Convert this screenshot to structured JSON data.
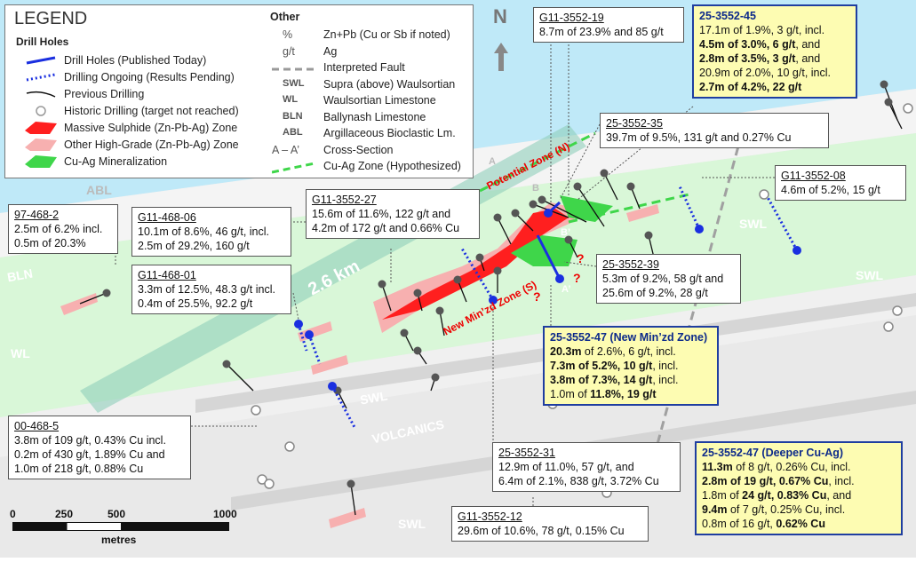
{
  "legend": {
    "title": "LEGEND",
    "drill_header": "Drill Holes",
    "drill_items": [
      {
        "symbol": "line-blue",
        "label": "Drill Holes (Published Today)"
      },
      {
        "symbol": "dotted-blue",
        "label": "Drilling Ongoing (Results Pending)"
      },
      {
        "symbol": "line-black",
        "label": "Previous Drilling"
      },
      {
        "symbol": "circle",
        "label": "Historic Drilling (target not reached)"
      },
      {
        "symbol": "red",
        "label": "Massive Sulphide (Zn-Pb-Ag) Zone"
      },
      {
        "symbol": "pink",
        "label": "Other High-Grade (Zn-Pb-Ag) Zone"
      },
      {
        "symbol": "green",
        "label": "Cu-Ag Mineralization"
      }
    ],
    "other_header": "Other",
    "other_items": [
      {
        "key": "%",
        "label": "Zn+Pb (Cu or Sb if noted)"
      },
      {
        "key": "g/t",
        "label": "Ag"
      },
      {
        "key": "dash",
        "label": "Interpreted Fault"
      },
      {
        "key": "SWL",
        "label": "Supra (above) Waulsortian"
      },
      {
        "key": "WL",
        "label": "Waulsortian Limestone"
      },
      {
        "key": "BLN",
        "label": "Ballynash Limestone"
      },
      {
        "key": "ABL",
        "label": "Argillaceous Bioclastic Lm."
      },
      {
        "key": "A – A’",
        "label": "Cross-Section"
      },
      {
        "key": "greendash",
        "label": "Cu-Ag Zone (Hypothesized)"
      }
    ]
  },
  "colors": {
    "water": "#bfe9f8",
    "abl": "#f3f3f3",
    "green_zone": "#d9f7d8",
    "grey_band": "#eaeaea",
    "massive": "#ff1f1f",
    "pink": "#f7b0b0",
    "cuag": "#3fd64a",
    "blue": "#1a2fe0",
    "hl_fill": "#fdfcb2",
    "hl_border": "#1f3ea0"
  },
  "map_labels": {
    "north": "N",
    "abl": "ABL",
    "bln": "BLN",
    "wl": "WL",
    "swl1": "SWL",
    "swl2": "SWL",
    "swl3": "SWL",
    "swl4": "SWL",
    "volcanics": "VOLCANICS",
    "dist": "2.6 km",
    "potential": "Potential Zone (N)",
    "newzone": "New Min’zd Zone (S)",
    "a": "A",
    "b": "B",
    "b2": "B’",
    "a2": "A’",
    "q": "?"
  },
  "scale": {
    "ticks": [
      "0",
      "250",
      "500",
      "1000"
    ],
    "unit": "metres"
  },
  "callouts": [
    {
      "id": "g11-3552-19",
      "title": "G11-3552-19",
      "hl": false,
      "lines": [
        [
          "8.7m of 23.9% and 85 g/t",
          false
        ]
      ]
    },
    {
      "id": "25-3552-45",
      "title": "25-3552-45",
      "hl": true,
      "lines": [
        [
          "17.1m of 1.9%, 3 g/t, incl.",
          false
        ],
        [
          "4.5m of 3.0%, 6 g/t",
          true,
          ", and"
        ],
        [
          "2.8m of 3.5%, 3 g/t",
          true,
          ", and"
        ],
        [
          "20.9m of 2.0%, 10 g/t, incl.",
          false
        ],
        [
          "2.7m of 4.2%, 22 g/t",
          true,
          ""
        ]
      ]
    },
    {
      "id": "25-3552-35",
      "title": "25-3552-35",
      "hl": false,
      "lines": [
        [
          "39.7m of 9.5%, 131 g/t and 0.27% Cu",
          false
        ]
      ]
    },
    {
      "id": "g11-3552-08",
      "title": "G11-3552-08",
      "hl": false,
      "lines": [
        [
          "4.6m of 5.2%, 15 g/t",
          false
        ]
      ]
    },
    {
      "id": "g11-3552-27",
      "title": "G11-3552-27",
      "hl": false,
      "lines": [
        [
          "15.6m of 11.6%, 122 g/t and",
          false
        ],
        [
          "4.2m of 172 g/t and 0.66% Cu",
          false
        ]
      ]
    },
    {
      "id": "97-468-2",
      "title": "97-468-2",
      "hl": false,
      "lines": [
        [
          "2.5m of 6.2% incl.",
          false
        ],
        [
          "0.5m of 20.3%",
          false
        ]
      ]
    },
    {
      "id": "g11-468-06",
      "title": "G11-468-06",
      "hl": false,
      "lines": [
        [
          "10.1m of 8.6%, 46 g/t, incl.",
          false
        ],
        [
          "2.5m of 29.2%, 160 g/t",
          false
        ]
      ]
    },
    {
      "id": "g11-468-01",
      "title": "G11-468-01",
      "hl": false,
      "lines": [
        [
          "3.3m of 12.5%, 48.3 g/t incl.",
          false
        ],
        [
          "0.4m of 25.5%, 92.2 g/t",
          false
        ]
      ]
    },
    {
      "id": "25-3552-39",
      "title": "25-3552-39",
      "hl": false,
      "lines": [
        [
          "5.3m of 9.2%, 58 g/t and",
          false
        ],
        [
          "25.6m of 9.2%, 28 g/t",
          false
        ]
      ]
    },
    {
      "id": "25-3552-47a",
      "title": "25-3552-47 (New Min’zd Zone)",
      "hl": true,
      "lines": [
        [
          "20.3m",
          true,
          " of 2.6%, 6 g/t, incl."
        ],
        [
          "7.3m of 5.2%, 10 g/t",
          true,
          ", incl."
        ],
        [
          "3.8m of 7.3%, 14 g/t",
          true,
          ", incl."
        ],
        [
          "1.0m of ",
          false,
          "",
          [
            "11.8%, 19 g/t"
          ]
        ]
      ]
    },
    {
      "id": "00-468-5",
      "title": "00-468-5",
      "hl": false,
      "lines": [
        [
          "3.8m of 109 g/t, 0.43% Cu incl.",
          false
        ],
        [
          "0.2m of 430 g/t, 1.89% Cu and",
          false
        ],
        [
          "1.0m of 218 g/t, 0.88% Cu",
          false
        ]
      ]
    },
    {
      "id": "25-3552-31",
      "title": "25-3552-31",
      "hl": false,
      "lines": [
        [
          "12.9m of 11.0%, 57 g/t, and",
          false
        ],
        [
          "6.4m of 2.1%, 838 g/t, 3.72% Cu",
          false
        ]
      ]
    },
    {
      "id": "25-3552-47b",
      "title": "25-3552-47 (Deeper Cu-Ag)",
      "hl": true,
      "lines": [
        [
          "11.3m",
          true,
          " of 8 g/t, 0.26% Cu, incl."
        ],
        [
          "2.8m of 19 g/t, 0.67% Cu",
          true,
          ", incl."
        ],
        [
          "1.8m of ",
          false,
          ", and",
          [
            "24 g/t, 0.83% Cu"
          ]
        ],
        [
          "9.4m",
          true,
          " of 7 g/t, 0.25% Cu, incl."
        ],
        [
          "0.8m of 16 g/t, ",
          false,
          "",
          [
            "0.62% Cu"
          ]
        ]
      ]
    },
    {
      "id": "g11-3552-12",
      "title": "G11-3552-12",
      "hl": false,
      "lines": [
        [
          "29.6m of 10.6%, 78 g/t, 0.15% Cu",
          false
        ]
      ]
    }
  ]
}
